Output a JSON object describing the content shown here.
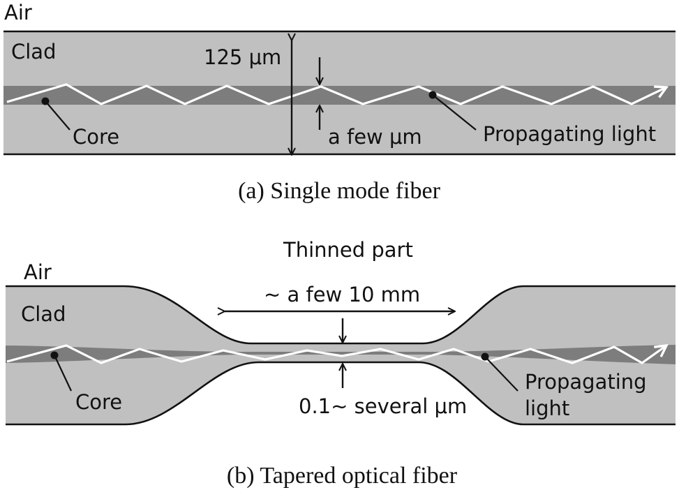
{
  "panel_a": {
    "air_label": "Air",
    "clad_label": "Clad",
    "core_label": "Core",
    "light_label": "Propagating light",
    "clad_diameter": "125 μm",
    "core_diameter": "a few μm",
    "caption": "(a) Single mode fiber"
  },
  "panel_b": {
    "thinned_label": "Thinned part",
    "thinned_length": "~ a few 10 mm",
    "air_label": "Air",
    "clad_label": "Clad",
    "core_label": "Core",
    "light_label_line1": "Propagating",
    "light_label_line2": "light",
    "waist_diameter": "0.1~ several μm",
    "caption": "(b) Tapered optical fiber"
  },
  "colors": {
    "clad": "#c0c0c0",
    "core": "#7d7d7d",
    "light": "#ffffff",
    "outline": "#111111"
  }
}
